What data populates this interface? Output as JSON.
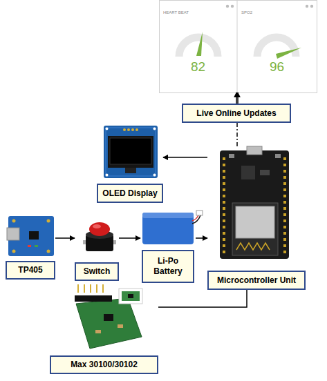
{
  "diagram": {
    "nodes": [
      {
        "text": [
          "HEART BEAT",
          "82"
        ]
      },
      {
        "text": [
          "SPO2",
          "96"
        ]
      },
      {
        "text": [
          "Live Online Updates"
        ]
      },
      {
        "text": [
          "OLED Display"
        ]
      },
      {
        "text": [
          "TP405"
        ]
      },
      {
        "text": [
          "Switch"
        ]
      },
      {
        "text": [
          "Li-Po Battery"
        ]
      },
      {
        "text": [
          "Microcontroller Unit"
        ]
      },
      {
        "text": [
          "Max 30100/30102"
        ]
      }
    ],
    "edges": [
      {
        "from": 4,
        "to": 5,
        "arrow": "to"
      },
      {
        "from": 5,
        "to": 6,
        "arrow": "to"
      },
      {
        "from": 6,
        "to": 7,
        "arrow": "to"
      },
      {
        "from": 7,
        "to": 3,
        "arrow": "to"
      },
      {
        "from": 7,
        "to": 2,
        "arrow": "none"
      },
      {
        "from": 2,
        "to": 0,
        "arrow": "to"
      },
      {
        "from": 2,
        "to": 1,
        "arrow": "to"
      },
      {
        "from": 8,
        "to": 7,
        "arrow": "none"
      }
    ]
  }
}
